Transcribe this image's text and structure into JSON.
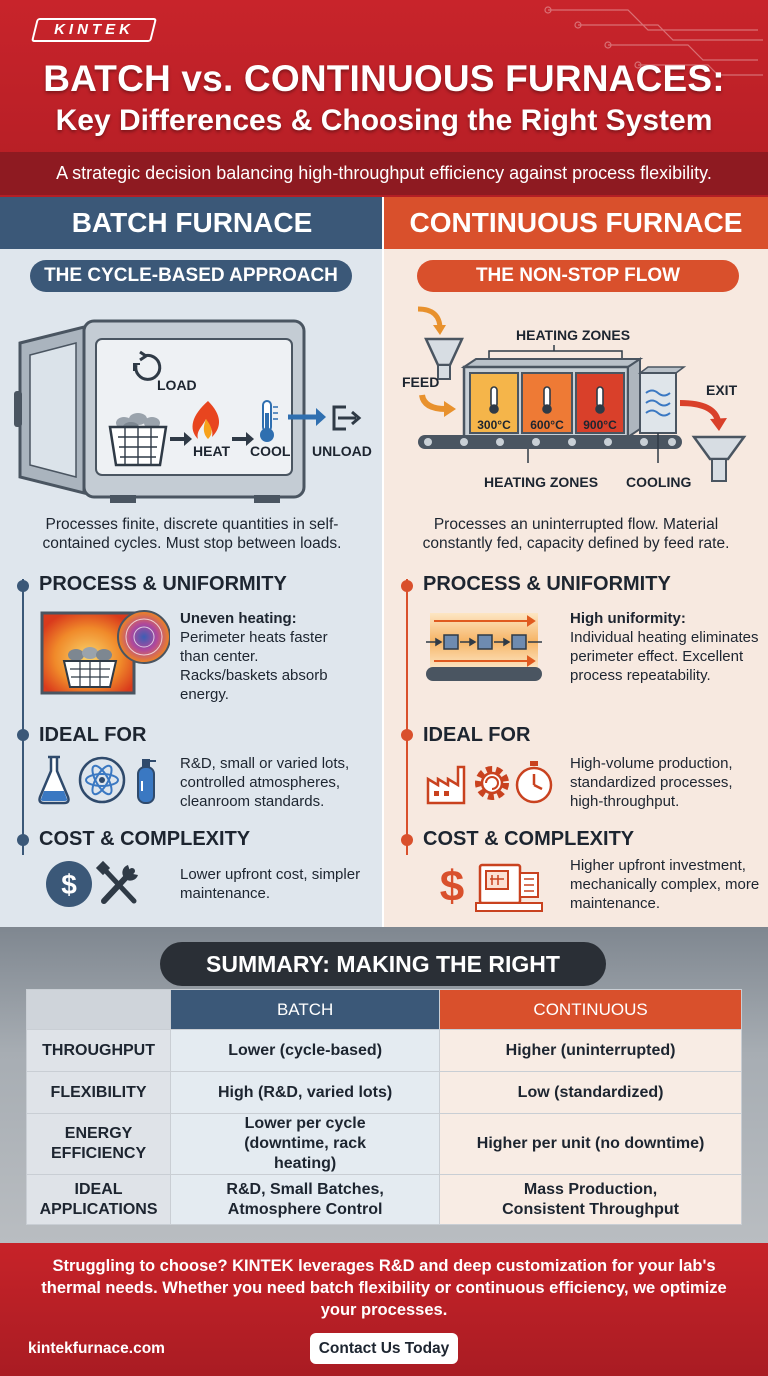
{
  "brand": {
    "logo": "KINTEK"
  },
  "header": {
    "title_line1": "BATCH vs. CONTINUOUS FURNACES:",
    "title_line2": "Key Differences & Choosing the Right System",
    "subtitle": "A strategic decision balancing high-throughput efficiency against process flexibility."
  },
  "batch": {
    "heading": "BATCH FURNACE",
    "approach": "THE CYCLE-BASED APPROACH",
    "illustration_labels": {
      "load": "LOAD",
      "heat": "HEAT",
      "cool": "COOL",
      "unload": "UNLOAD"
    },
    "description": "Processes finite, discrete quantities in self-contained cycles. Must stop between loads.",
    "sections": [
      {
        "title": "PROCESS & UNIFORMITY",
        "lead": "Uneven heating:",
        "text": "Perimeter heats faster than center. Racks/baskets absorb energy."
      },
      {
        "title": "IDEAL FOR",
        "lead": "",
        "text": "R&D, small or varied lots, controlled atmospheres, cleanroom standards."
      },
      {
        "title": "COST & COMPLEXITY",
        "lead": "",
        "text": "Lower upfront cost, simpler maintenance."
      }
    ]
  },
  "continuous": {
    "heading": "CONTINUOUS FURNACE",
    "approach": "THE NON-STOP FLOW",
    "illustration_labels": {
      "heating_zones_top": "HEATING ZONES",
      "feed": "FEED",
      "exit": "EXIT",
      "zone1": "300°C",
      "zone2": "600°C",
      "zone3": "900°C",
      "heating_zones_bottom": "HEATING ZONES",
      "cooling": "COOLING"
    },
    "description": "Processes an uninterrupted flow. Material constantly fed, capacity defined by feed rate.",
    "sections": [
      {
        "title": "PROCESS & UNIFORMITY",
        "lead": "High uniformity:",
        "text": "Individual heating eliminates perimeter effect. Excellent process repeatability."
      },
      {
        "title": "IDEAL FOR",
        "lead": "",
        "text": "High-volume production, standardized processes, high-throughput."
      },
      {
        "title": "COST & COMPLEXITY",
        "lead": "",
        "text": "Higher upfront investment, mechanically complex, more maintenance."
      }
    ]
  },
  "summary": {
    "title": "SUMMARY: MAKING THE RIGHT CHOICE",
    "columns": [
      "",
      "BATCH",
      "CONTINUOUS"
    ],
    "rows": [
      {
        "label": "THROUGHPUT",
        "batch": "Lower (cycle-based)",
        "continuous": "Higher (uninterrupted)"
      },
      {
        "label": "FLEXIBILITY",
        "batch": "High (R&D, varied lots)",
        "continuous": "Low (standardized)"
      },
      {
        "label": "ENERGY EFFICIENCY",
        "batch": "Lower per cycle (downtime, rack heating)",
        "continuous": "Higher per unit (no downtime)"
      },
      {
        "label": "IDEAL APPLICATIONS",
        "batch": "R&D, Small Batches, Atmosphere Control",
        "continuous": "Mass Production, Consistent Throughput"
      }
    ]
  },
  "footer": {
    "message": "Struggling to choose? KINTEK leverages R&D and deep customization for your lab's thermal needs. Whether you need batch flexibility or continuous efficiency, we optimize your processes.",
    "website": "kintekfurnace.com",
    "cta": "Contact Us Today"
  },
  "colors": {
    "brand_red": "#c8242b",
    "batch_blue": "#3b5878",
    "continuous_orange": "#d9502c"
  }
}
